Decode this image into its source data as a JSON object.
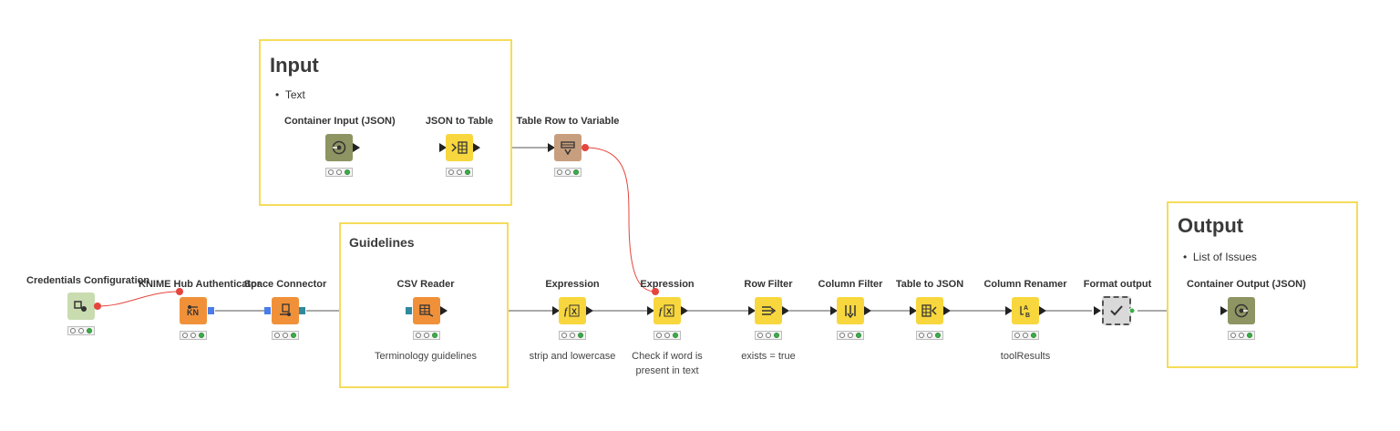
{
  "annotations": {
    "input": {
      "title": "Input",
      "bullets": [
        "Text"
      ]
    },
    "guidelines": {
      "title": "Guidelines",
      "bullets": []
    },
    "output": {
      "title": "Output",
      "bullets": [
        "List of Issues"
      ]
    }
  },
  "nodes": {
    "credentials_configuration": {
      "title": "Credentials Configuration",
      "comment": "",
      "color": "#c9dcb0",
      "icon": "credentials-icon"
    },
    "knime_hub_authenticator": {
      "title": "KNIME Hub Authenticator",
      "comment": "",
      "color": "#f0913a",
      "icon": "knime-hub-icon"
    },
    "space_connector": {
      "title": "Space Connector",
      "comment": "",
      "color": "#f0913a",
      "icon": "connector-icon"
    },
    "csv_reader": {
      "title": "CSV Reader",
      "comment": "Terminology guidelines",
      "color": "#f0913a",
      "icon": "table-reader-icon"
    },
    "expression_1": {
      "title": "Expression",
      "comment": "strip and lowercase",
      "color": "#f8d73e",
      "icon": "expression-icon"
    },
    "expression_2": {
      "title": "Expression",
      "comment": "Check if word is present in text",
      "color": "#f8d73e",
      "icon": "expression-icon"
    },
    "row_filter": {
      "title": "Row Filter",
      "comment": "exists = true",
      "color": "#f8d73e",
      "icon": "row-filter-icon"
    },
    "column_filter": {
      "title": "Column Filter",
      "comment": "",
      "color": "#f8d73e",
      "icon": "column-filter-icon"
    },
    "table_to_json": {
      "title": "Table to JSON",
      "comment": "",
      "color": "#f8d73e",
      "icon": "table-to-json-icon"
    },
    "column_renamer": {
      "title": "Column Renamer",
      "comment": "toolResults",
      "color": "#f8d73e",
      "icon": "column-renamer-icon"
    },
    "format_output": {
      "title": "Format output",
      "comment": "",
      "color": "#d9d9d9",
      "icon": "component-check-icon"
    },
    "container_output_json": {
      "title": "Container Output (JSON)",
      "comment": "",
      "color": "#8e9462",
      "icon": "container-output-icon"
    },
    "container_input_json": {
      "title": "Container Input (JSON)",
      "comment": "",
      "color": "#8e9462",
      "icon": "container-input-icon"
    },
    "json_to_table": {
      "title": "JSON to Table",
      "comment": "",
      "color": "#f8d73e",
      "icon": "json-to-table-icon"
    },
    "table_row_to_variable": {
      "title": "Table Row to Variable",
      "comment": "",
      "color": "#c89f7e",
      "icon": "row-to-variable-icon"
    }
  },
  "colors": {
    "annotation_border": "#f5dc5a",
    "flow_variable_connection": "#e5453d",
    "data_connection": "#3a3a3a",
    "status_executed": "#3dae49"
  }
}
